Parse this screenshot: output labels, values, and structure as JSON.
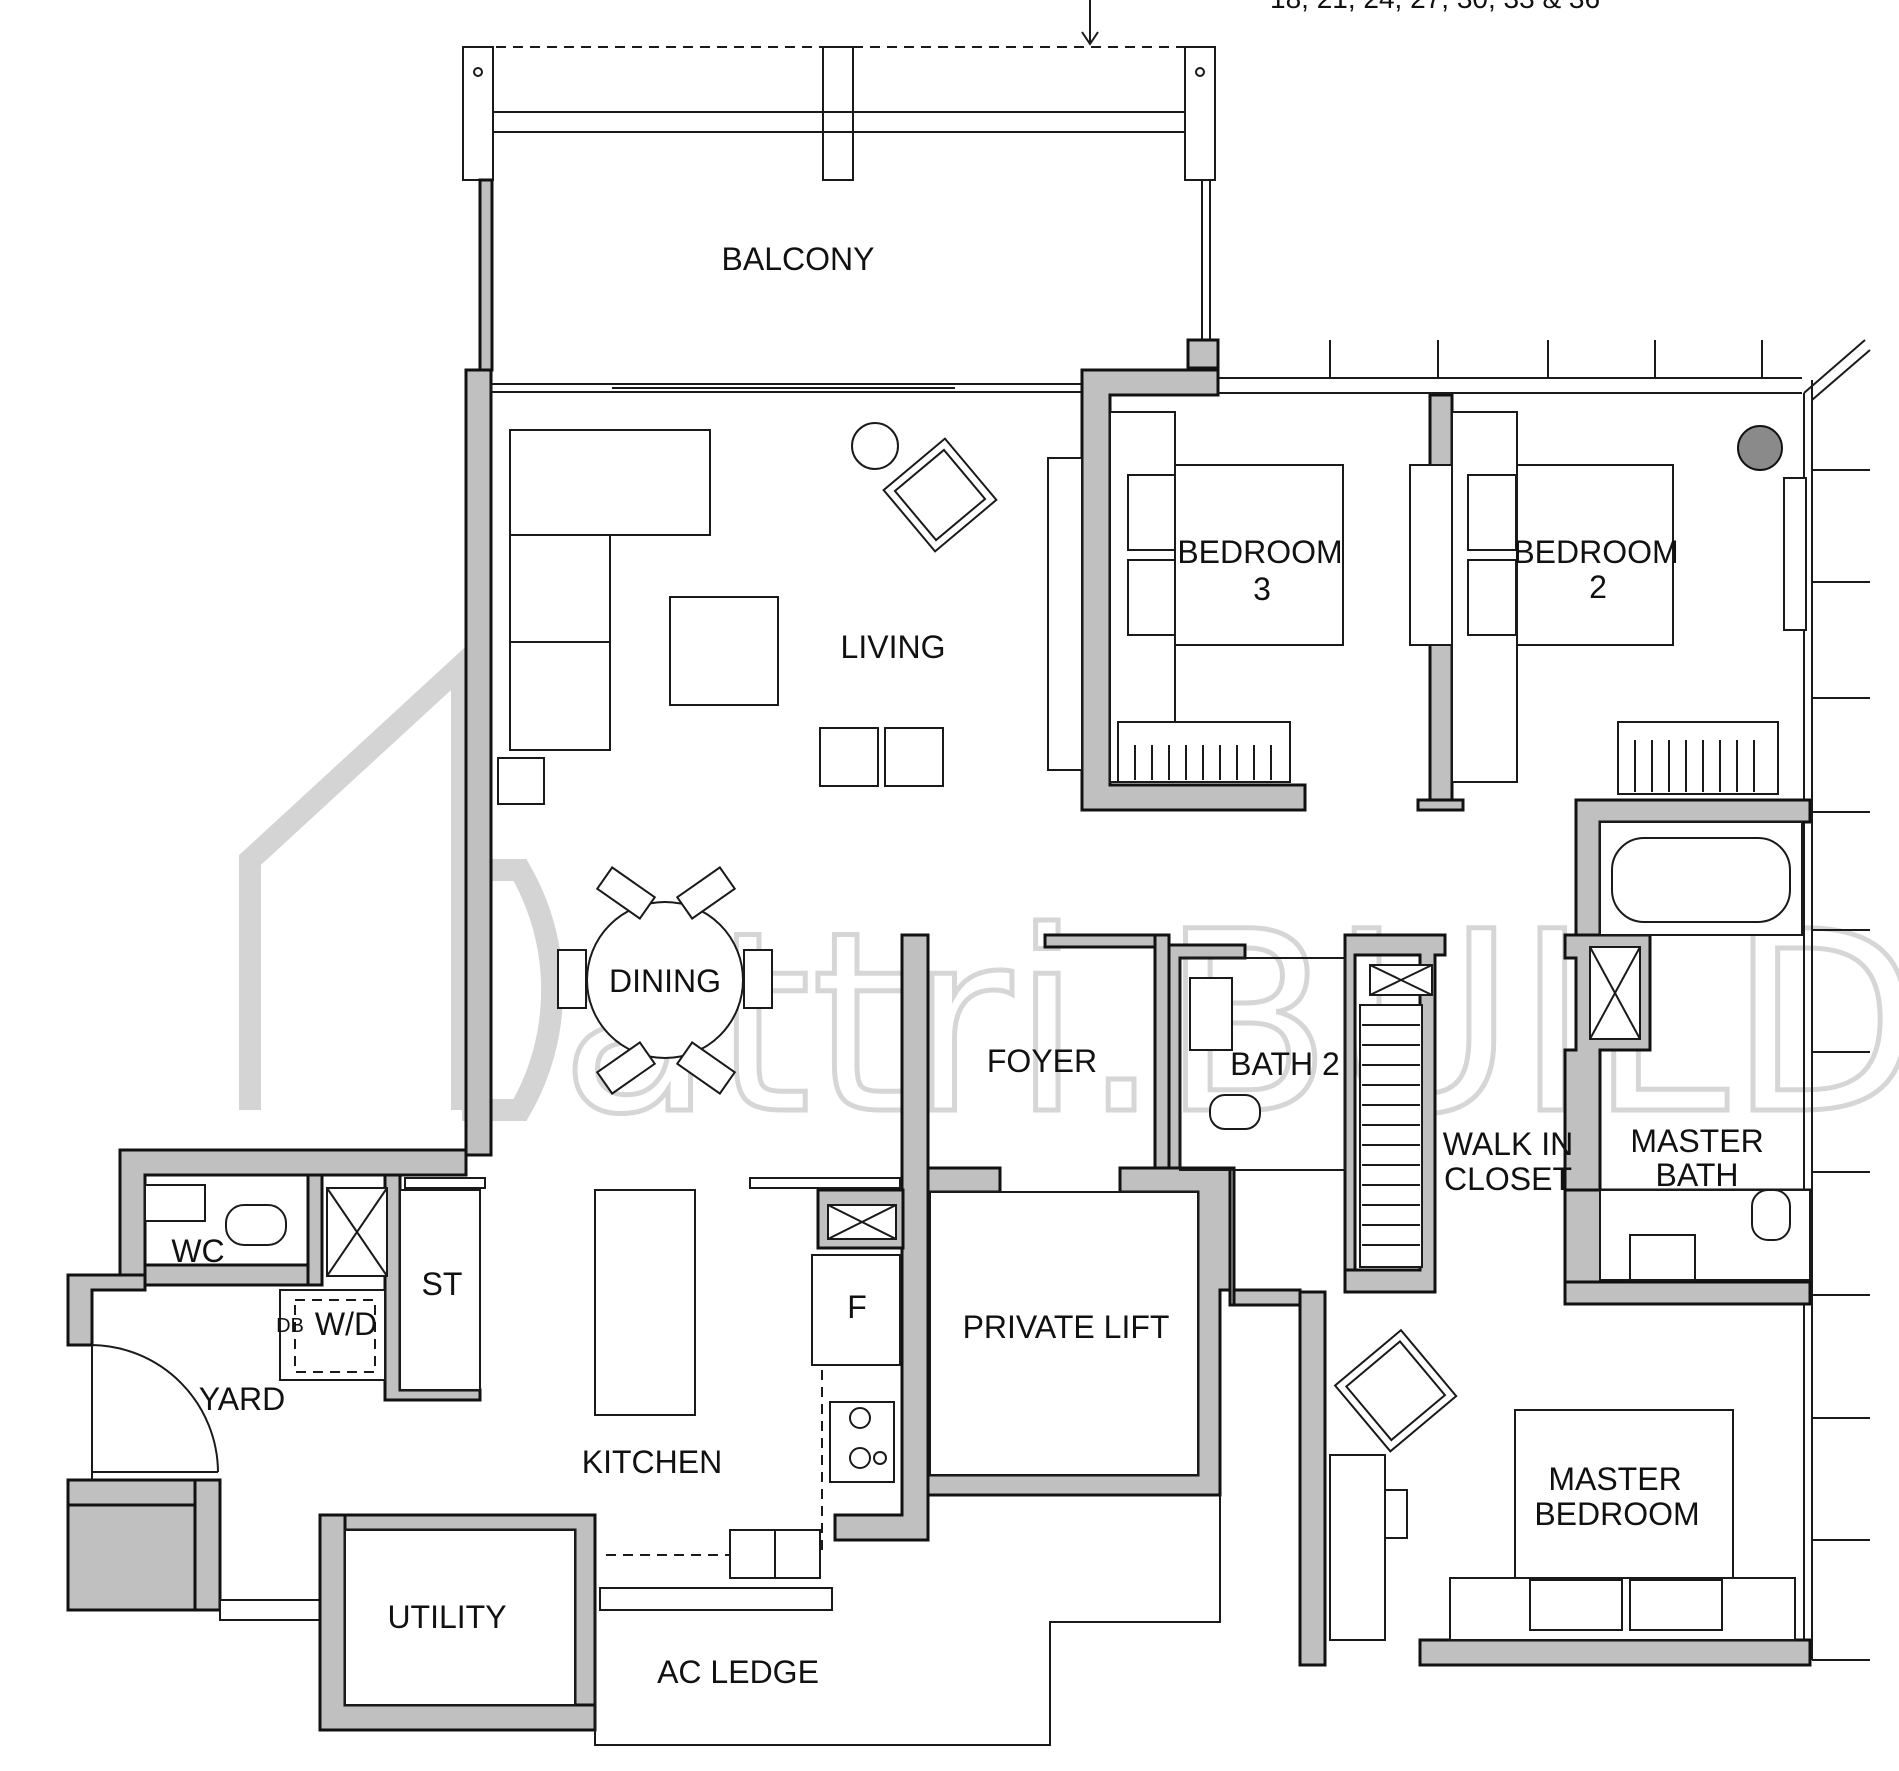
{
  "header_note": "18, 21, 24, 27, 30, 33 & 36",
  "watermark": "attri.BUILD",
  "rooms": {
    "balcony": "BALCONY",
    "living": "LIVING",
    "bedroom3_line1": "BEDROOM",
    "bedroom3_line2": "3",
    "bedroom2_line1": "BEDROOM",
    "bedroom2_line2": "2",
    "dining": "DINING",
    "foyer": "FOYER",
    "bath2": "BATH 2",
    "walkin_line1": "WALK IN",
    "walkin_line2": "CLOSET",
    "masterbath_line1": "MASTER",
    "masterbath_line2": "BATH",
    "wc": "WC",
    "st": "ST",
    "db": "DB",
    "wd": "W/D",
    "fridge": "F",
    "private_lift": "PRIVATE LIFT",
    "yard": "YARD",
    "kitchen": "KITCHEN",
    "masterbedroom_line1": "MASTER",
    "masterbedroom_line2": "BEDROOM",
    "utility": "UTILITY",
    "ac_ledge": "AC LEDGE"
  }
}
